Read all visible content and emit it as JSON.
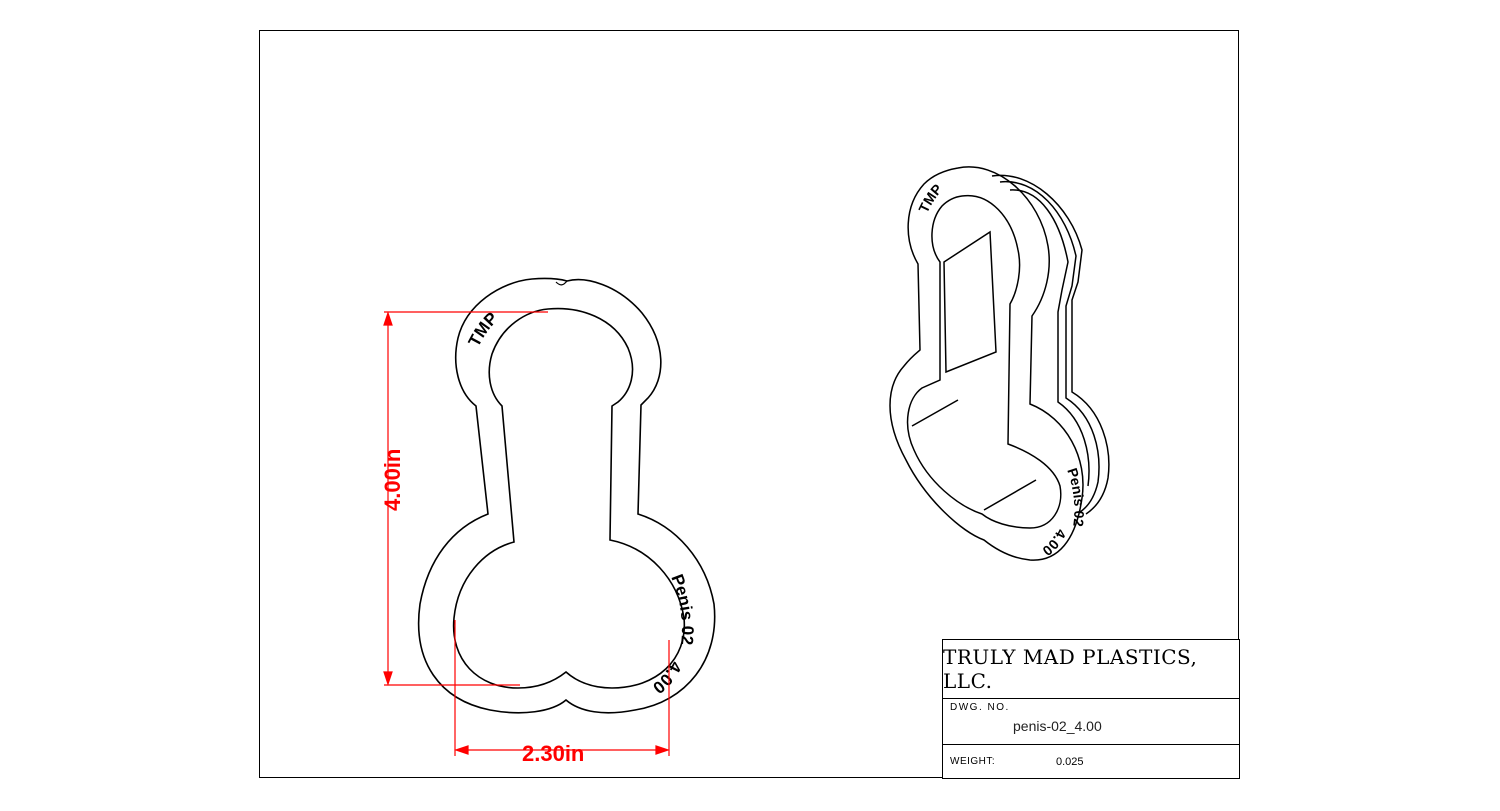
{
  "title_block": {
    "company": "TRULY MAD PLASTICS, LLC.",
    "dwg_no_label": "DWG. NO.",
    "dwg_no_value": "penis-02_4.00",
    "weight_label": "WEIGHT:",
    "weight_value": "0.025"
  },
  "dimensions": {
    "height": "4.00in",
    "width": "2.30in"
  },
  "front_view": {
    "brand_mark": "TMP",
    "model_label": "Penis 02",
    "size_label": "4.00"
  },
  "iso_view": {
    "brand_mark": "TMP",
    "model_label": "Penis 02",
    "size_label": "4.00"
  },
  "colors": {
    "dimension": "#ff0000",
    "line": "#000000"
  }
}
